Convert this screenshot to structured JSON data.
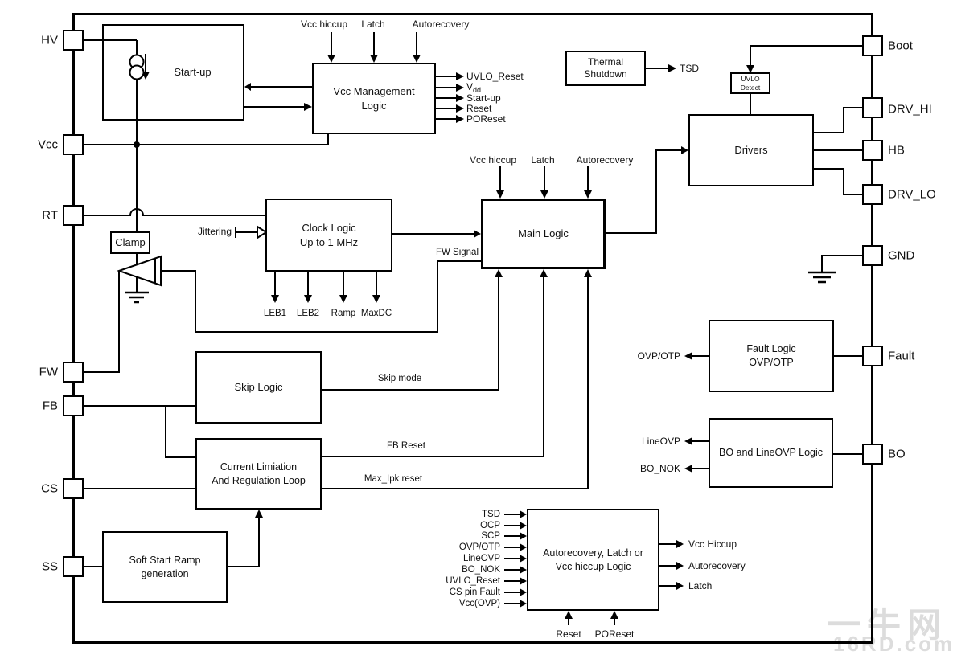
{
  "colors": {
    "line": "#000000",
    "background": "#ffffff",
    "watermark": "#dcdcdc"
  },
  "watermark": {
    "line1": "一牛网",
    "line2": "16RD.com"
  },
  "pins": {
    "left": [
      "HV",
      "Vcc",
      "RT",
      "FW",
      "FB",
      "CS",
      "SS"
    ],
    "right": [
      "Boot",
      "DRV_HI",
      "HB",
      "DRV_LO",
      "GND",
      "Fault",
      "BO"
    ]
  },
  "blocks": {
    "startup": {
      "label": "Start-up"
    },
    "vcc_mgmt": {
      "line1": "Vcc Management",
      "line2": "Logic"
    },
    "thermal_shutdown": {
      "line1": "Thermal",
      "line2": "Shutdown"
    },
    "uvlo_detect": {
      "line1": "UVLO",
      "line2": "Detect"
    },
    "drivers": {
      "label": "Drivers"
    },
    "clock_logic": {
      "line1": "Clock Logic",
      "line2": "Up to 1 MHz"
    },
    "main_logic": {
      "label": "Main Logic"
    },
    "clamp": {
      "label": "Clamp"
    },
    "skip_logic": {
      "label": "Skip Logic"
    },
    "current_limit": {
      "line1": "Current Limiation",
      "line2": "And Regulation Loop"
    },
    "soft_start": {
      "line1": "Soft Start Ramp",
      "line2": "generation"
    },
    "fault_logic": {
      "line1": "Fault Logic",
      "line2": "OVP/OTP"
    },
    "bo_lineovp": {
      "label": "BO and LineOVP Logic"
    },
    "autorecovery_logic": {
      "line1": "Autorecovery, Latch or",
      "line2": "Vcc hiccup Logic"
    }
  },
  "signals": {
    "vml_top": [
      "Vcc hiccup",
      "Latch",
      "Autorecovery"
    ],
    "vml_outputs": {
      "uvlo_reset": "UVLO_Reset",
      "vdd_base": "V",
      "vdd_sub": "dd",
      "startup": "Start-up",
      "reset": "Reset",
      "poreset": "POReset"
    },
    "tsd_out": "TSD",
    "main_top": [
      "Vcc hiccup",
      "Latch",
      "Autorecovery"
    ],
    "jittering": "Jittering",
    "clock_outputs": [
      "LEB1",
      "LEB2",
      "Ramp",
      "MaxDC"
    ],
    "fw_signal": "FW Signal",
    "skip_mode": "Skip mode",
    "fb_reset": "FB Reset",
    "max_ipk_reset": "Max_Ipk reset",
    "fault_out": "OVP/OTP",
    "bo_outputs": [
      "LineOVP",
      "BO_NOK"
    ],
    "autorec_inputs": [
      "TSD",
      "OCP",
      "SCP",
      "OVP/OTP",
      "LineOVP",
      "BO_NOK",
      "UVLO_Reset",
      "CS pin Fault",
      "Vcc(OVP)"
    ],
    "autorec_outputs": [
      "Vcc Hiccup",
      "Autorecovery",
      "Latch"
    ],
    "autorec_bottom_inputs": [
      "Reset",
      "POReset"
    ]
  }
}
